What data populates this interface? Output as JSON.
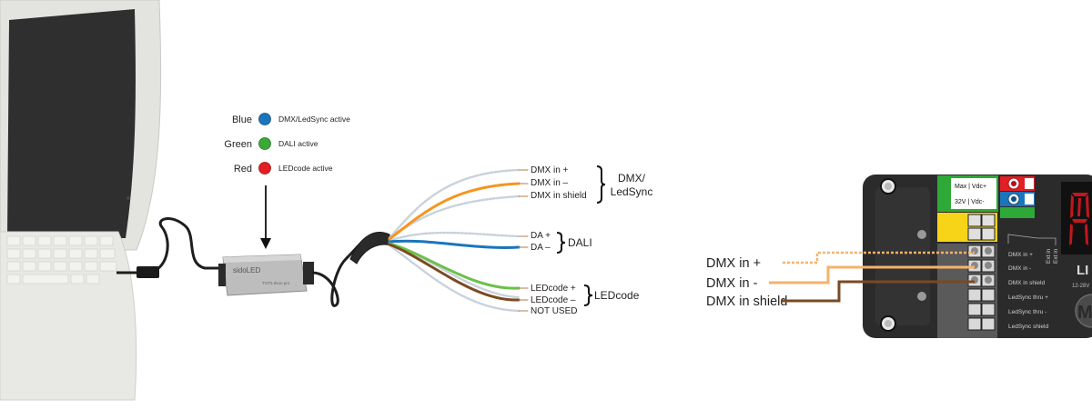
{
  "legend": {
    "items": [
      {
        "color_name": "Blue",
        "meaning": "DMX/LedSync active",
        "color": "#1b75bb"
      },
      {
        "color_name": "Green",
        "meaning": "DALI active",
        "color": "#3aaa35"
      },
      {
        "color_name": "Red",
        "meaning": "LEDcode active",
        "color": "#e31e24"
      }
    ]
  },
  "usb_stick": {
    "brand": "sidoLED",
    "model": "TCP3 dsoo pro"
  },
  "wires": {
    "dmx_plus": "DMX in +",
    "dmx_minus": "DMX in –",
    "dmx_shield": "DMX in shield",
    "dmx_group": "DMX/",
    "dmx_group2": "LedSync",
    "da_plus": "DA +",
    "da_minus": "DA –",
    "dali_group": "DALI",
    "led_plus": "LEDcode +",
    "led_minus": "LEDcode –",
    "led_group": "LEDcode",
    "not_used": "NOT USED"
  },
  "connection": {
    "dmx_plus": "DMX in +",
    "dmx_minus": "DMX in -",
    "dmx_shield": "DMX in shield"
  },
  "device": {
    "green_label_1": "Max | Vdc+",
    "green_label_2": "32V | Vdc-",
    "terminal_labels": [
      "DMX in +",
      "DMX in -",
      "DMX in shield",
      "LedSync thru +",
      "LedSync thru -",
      "LedSync shield"
    ],
    "ext_1": "Ext in",
    "ext_2": "Ext in",
    "logo_fragment": "LI",
    "voltage_fragment": "12-28V",
    "knob_letter": "M"
  },
  "colors": {
    "orange": "#f7941d",
    "light_orange": "#f5b26b",
    "brown": "#7b4a21",
    "blue": "#1b75bb",
    "green": "#6cc04a",
    "device_body": "#2b2b2b"
  }
}
